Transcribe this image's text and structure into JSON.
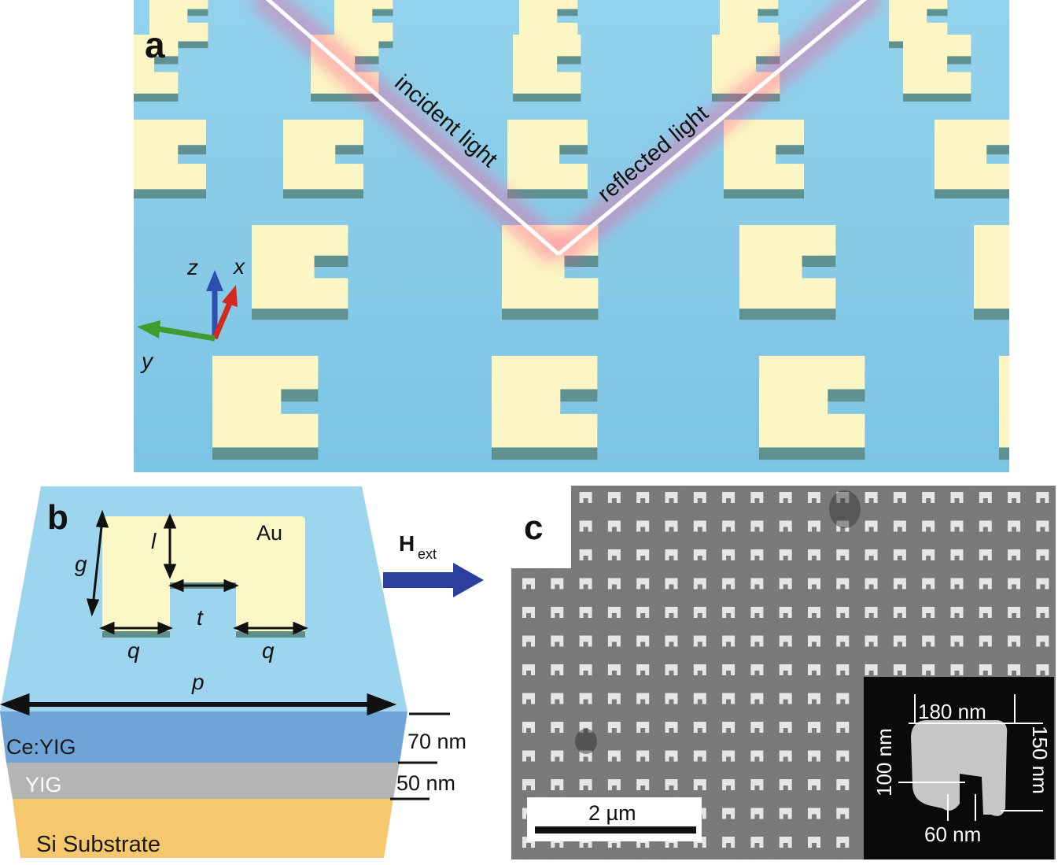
{
  "figure": {
    "panel_a": {
      "label": "a",
      "incident_label": "incident light",
      "reflected_label": "reflected light",
      "axes": {
        "z": "z",
        "x": "x",
        "y": "y"
      },
      "colors": {
        "background": "#8fd0ea",
        "gold_top": "#fbf6c3",
        "side": "#6f9c98",
        "beam": "#ff6b9e",
        "axis_z": "#2f4fb0",
        "axis_x": "#d42a1e",
        "axis_y": "#3f9b2e"
      }
    },
    "panel_b": {
      "label": "b",
      "material_label": "Au",
      "dims": {
        "g": "g",
        "l": "l",
        "t": "t",
        "q_left": "q",
        "q_right": "q",
        "p": "p"
      },
      "field_label_main": "H",
      "field_label_sub": "ext",
      "layers": [
        {
          "name": "Ce:YIG",
          "thickness": "70 nm",
          "color": "#6ea4d8"
        },
        {
          "name": "YIG",
          "thickness": "50 nm",
          "color": "#b4b4b4"
        },
        {
          "name": "Si Substrate",
          "thickness": "",
          "color": "#f6c86e"
        }
      ],
      "colors": {
        "top": "#9dd4ee",
        "arrow": "#2a3f9e"
      }
    },
    "panel_c": {
      "label": "c",
      "scalebar_label": "2 µm",
      "inset": {
        "width": "180 nm",
        "height_left": "100 nm",
        "height_right": "150 nm",
        "gap": "60 nm"
      }
    }
  }
}
